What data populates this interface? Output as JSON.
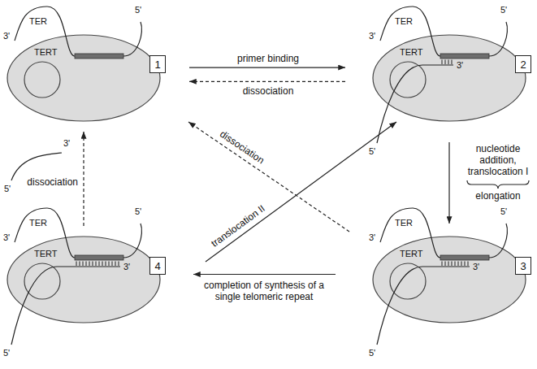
{
  "diagram": {
    "nodes": [
      {
        "text": [
          "TER",
          "TERT"
        ]
      },
      {
        "text": [
          "1"
        ]
      },
      {
        "text": [
          "TER",
          "TERT"
        ]
      },
      {
        "text": [
          "2"
        ]
      },
      {
        "text": [
          "TER",
          "TERT"
        ]
      },
      {
        "text": [
          "4"
        ]
      },
      {
        "text": [
          "TER",
          "TERT"
        ]
      },
      {
        "text": [
          "3"
        ]
      }
    ],
    "edges": [
      {
        "from": 0,
        "to": 2,
        "arrow": "to",
        "label": "primer binding"
      },
      {
        "from": 2,
        "to": 0,
        "arrow": "to",
        "label": "dissociation"
      },
      {
        "from": 2,
        "to": 6,
        "arrow": "to",
        "label": "nucleotide addition, translocation I"
      },
      {
        "from": 6,
        "to": 4,
        "arrow": "to",
        "label": "completion of synthesis of a single telomeric repeat"
      },
      {
        "from": 4,
        "to": 0,
        "arrow": "to",
        "label": "dissociation"
      },
      {
        "from": 6,
        "to": 0,
        "arrow": "to",
        "label": "dissociation"
      },
      {
        "from": 4,
        "to": 2,
        "arrow": "to",
        "label": "translocation II"
      }
    ],
    "labels": [
      "3'",
      "5'",
      "3'",
      "5'",
      "3'",
      "5'",
      "3'",
      "5'",
      "3'",
      "5'",
      "3'",
      "5'",
      "3'",
      "5'",
      "3'",
      "5'",
      "elongation"
    ]
  }
}
